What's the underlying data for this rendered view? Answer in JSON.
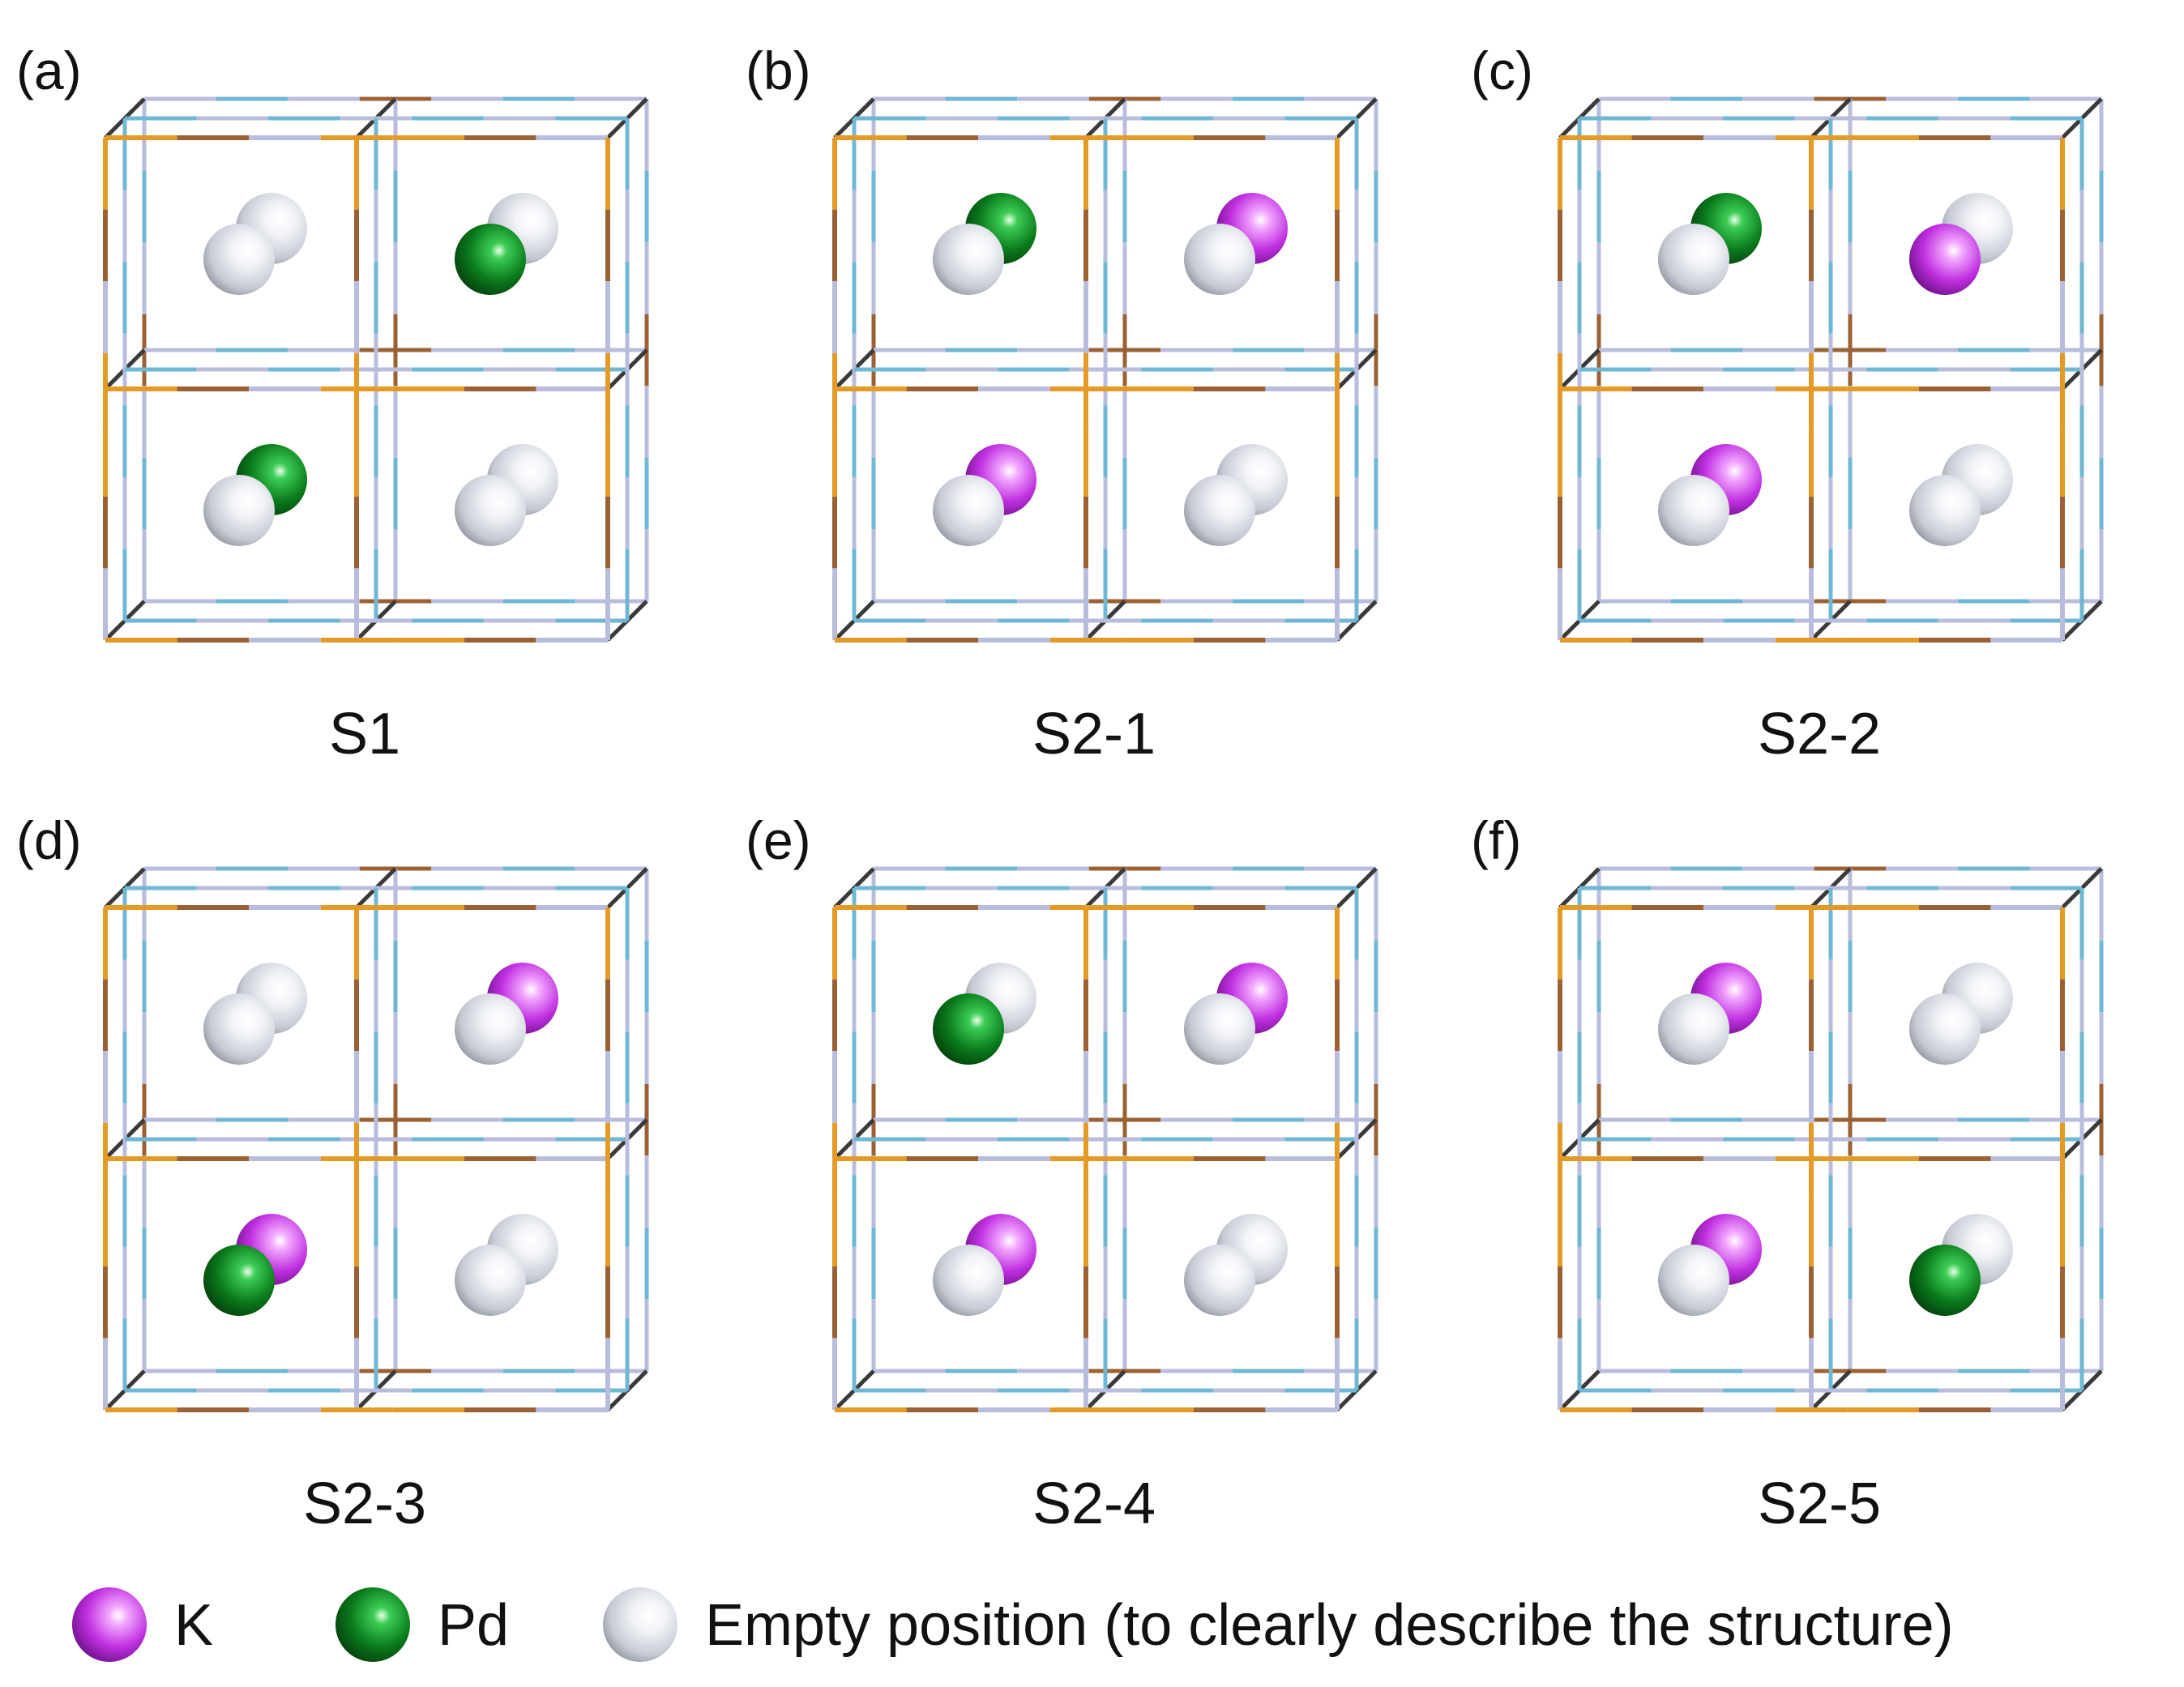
{
  "panels": [
    {
      "tag": "(a)",
      "caption": "S1",
      "sites": {
        "tl": [
          "E",
          "E"
        ],
        "tr": [
          "E",
          "Pd"
        ],
        "bl": [
          "Pd",
          "E"
        ],
        "br": [
          "E",
          "E"
        ]
      }
    },
    {
      "tag": "(b)",
      "caption": "S2-1",
      "sites": {
        "tl": [
          "Pd",
          "E"
        ],
        "tr": [
          "K",
          "E"
        ],
        "bl": [
          "K",
          "E"
        ],
        "br": [
          "E",
          "E"
        ]
      }
    },
    {
      "tag": "(c)",
      "caption": "S2-2",
      "sites": {
        "tl": [
          "Pd",
          "E"
        ],
        "tr": [
          "E",
          "K"
        ],
        "bl": [
          "K",
          "E"
        ],
        "br": [
          "E",
          "E"
        ]
      }
    },
    {
      "tag": "(d)",
      "caption": "S2-3",
      "sites": {
        "tl": [
          "E",
          "E"
        ],
        "tr": [
          "K",
          "E"
        ],
        "bl": [
          "K",
          "Pd"
        ],
        "br": [
          "E",
          "E"
        ]
      }
    },
    {
      "tag": "(e)",
      "caption": "S2-4",
      "sites": {
        "tl": [
          "E",
          "Pd"
        ],
        "tr": [
          "K",
          "E"
        ],
        "bl": [
          "K",
          "E"
        ],
        "br": [
          "E",
          "E"
        ]
      }
    },
    {
      "tag": "(f)",
      "caption": "S2-5",
      "sites": {
        "tl": [
          "K",
          "E"
        ],
        "tr": [
          "E",
          "E"
        ],
        "bl": [
          "K",
          "E"
        ],
        "br": [
          "E",
          "Pd"
        ]
      }
    }
  ],
  "legend": [
    {
      "species": "K",
      "label": "K"
    },
    {
      "species": "Pd",
      "label": "Pd"
    },
    {
      "species": "E",
      "label": "Empty position (to clearly describe the structure)"
    }
  ],
  "colors": {
    "K": "#c030e0",
    "Pd": "#0a7a1c",
    "E": "#c9cdd6",
    "bond_orange": "#e39a26",
    "bond_brown": "#9a6234",
    "bond_blue": "#6fb7d2",
    "bond_lavender": "#b9bddd",
    "bond_dark": "#3a3a3a"
  }
}
